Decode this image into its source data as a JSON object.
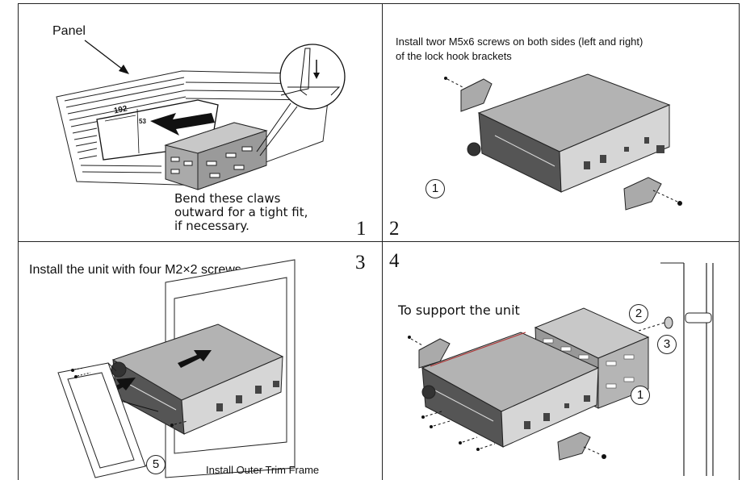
{
  "panel1": {
    "panel_label": "Panel",
    "dim_width": "192",
    "dim_height": "53",
    "claw_note": [
      "Bend these claws",
      "outward for a tight fit,",
      "if necessary."
    ],
    "step": "1"
  },
  "panel2": {
    "instruction": [
      "Install twor M5x6 screws on both sides (left and right)",
      "of the lock hook brackets"
    ],
    "callout": "1",
    "step": "2"
  },
  "panel3": {
    "instruction": "Install the unit with four M2×2 screws",
    "callout": "5",
    "trim_label": "Install Outer Trim  Frame",
    "step": "3"
  },
  "panel4": {
    "step": "4",
    "support_label": "To support the unit",
    "callouts": [
      "2",
      "3",
      "1"
    ]
  }
}
